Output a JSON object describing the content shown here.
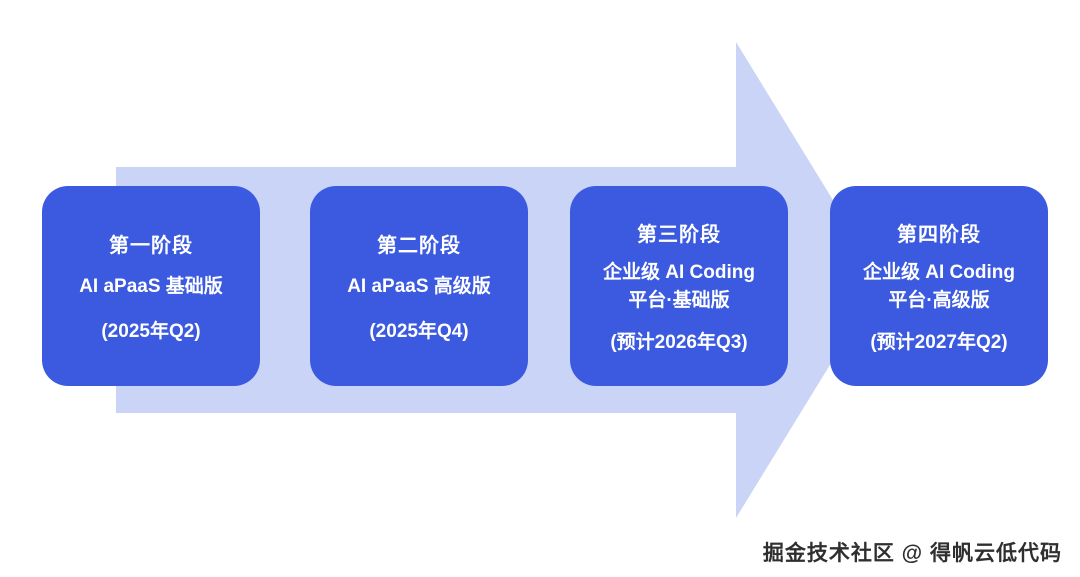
{
  "colors": {
    "card_background": "#3b5ae0",
    "card_text": "#ffffff",
    "arrow": "#c9d4f6",
    "watermark_text": "#2f2f2f",
    "page_background": "#ffffff"
  },
  "stages": [
    {
      "title": "第一阶段",
      "product_line1": "AI aPaaS 基础版",
      "product_line2": "",
      "date": "(2025年Q2)"
    },
    {
      "title": "第二阶段",
      "product_line1": "AI aPaaS 高级版",
      "product_line2": "",
      "date": "(2025年Q4)"
    },
    {
      "title": "第三阶段",
      "product_line1": "企业级 AI Coding",
      "product_line2": "平台·基础版",
      "date": "(预计2026年Q3)"
    },
    {
      "title": "第四阶段",
      "product_line1": "企业级 AI Coding",
      "product_line2": "平台·高级版",
      "date": "(预计2027年Q2)"
    }
  ],
  "watermark": {
    "text": "掘金技术社区 @ 得帆云低代码"
  }
}
